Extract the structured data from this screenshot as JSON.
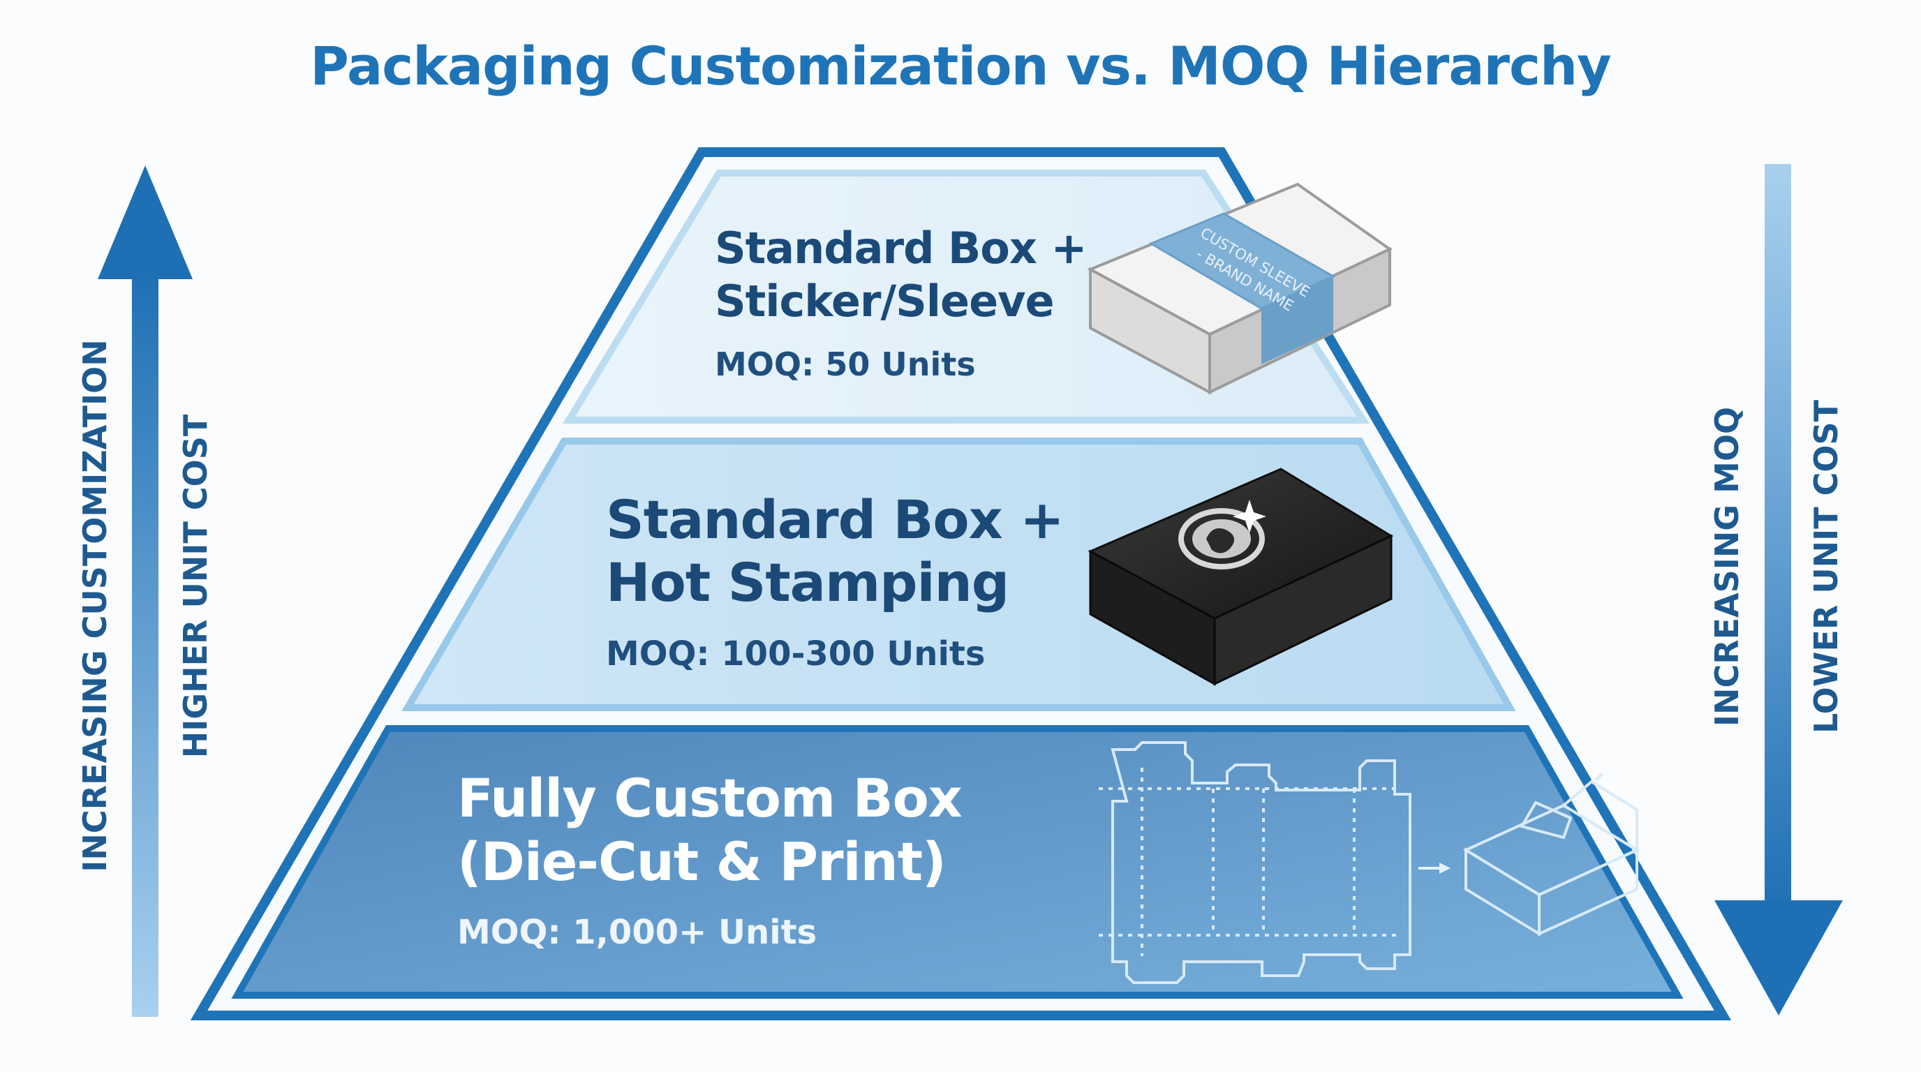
{
  "title": "Packaging Customization vs. MOQ Hierarchy",
  "tiers": [
    {
      "title_line1": "Standard Box +",
      "title_line2": "Sticker/Sleeve",
      "moq": "MOQ: 50 Units",
      "sleeve_text_line1": "CUSTOM SLEEVE",
      "sleeve_text_line2": "- BRAND NAME"
    },
    {
      "title_line1": "Standard Box +",
      "title_line2": "Hot Stamping",
      "moq": "MOQ: 100-300 Units"
    },
    {
      "title_line1": "Fully Custom Box",
      "title_line2": "(Die-Cut & Print)",
      "moq": "MOQ: 1,000+ Units"
    }
  ],
  "left_axis": {
    "primary": "INCREASING CUSTOMIZATION",
    "secondary": "HIGHER UNIT COST",
    "direction": "up"
  },
  "right_axis": {
    "primary": "INCREASING MOQ",
    "secondary": "LOWER UNIT COST",
    "direction": "down"
  },
  "colors": {
    "accent": "#1f74b8",
    "tier_top_fill": "#e4f1fa",
    "tier_mid_fill": "#c5e1f4",
    "tier_bot_fill": "#5b92c4",
    "outline": "#1f74b8"
  },
  "icons": [
    "sleeve-box-icon",
    "hot-stamp-box-icon",
    "die-cut-template-icon",
    "folded-box-icon"
  ]
}
